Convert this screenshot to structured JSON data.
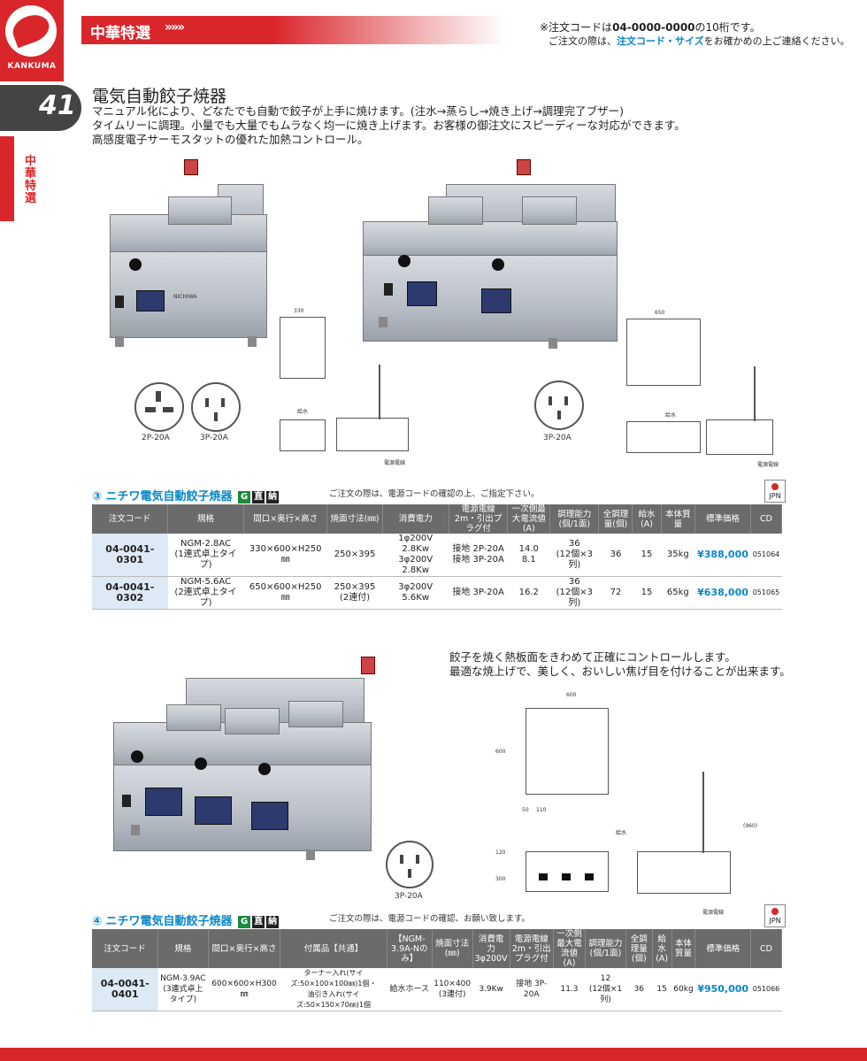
{
  "brand": {
    "logo_text": "KANKUMA"
  },
  "page": {
    "number": "41",
    "side_label": "中華特選"
  },
  "header": {
    "banner": "中華特選",
    "banner_arrows": "»»»",
    "note_line1_pre": "※注文コードは",
    "note_line1_code": "04-0000-0000",
    "note_line1_post": "の10桁です。",
    "note_line2_pre": "ご注文の際は、",
    "note_line2_hl": "注文コード・サイズ",
    "note_line2_post": "をお確かめの上ご連絡ください。"
  },
  "product": {
    "title": "電気自動餃子焼器",
    "desc": [
      "マニュアル化により、どなたでも自動で餃子が上手に焼けます。(注水→蒸らし→焼き上げ→調理完了ブザー)",
      "タイムリーに調理。小量でも大量でもムラなく均一に焼き上げます。お客様の御注文にスピーディーな対応ができます。",
      "高感度電子サーモスタットの優れた加熱コントロール。"
    ]
  },
  "figures": {
    "plug_2p": "2P-20A",
    "plug_3p": "3P-20A",
    "plug_3p_b": "3P-20A",
    "plug_3p_c": "3P-20A",
    "dim_a_w": "330",
    "dim_b_w": "650",
    "dim_c_w": "600",
    "dim_c_h": "600",
    "dim_c_side": "(960)",
    "dim_c_base": "300",
    "dim_c_top": "120",
    "dim_c_inner": "110",
    "dim_c_off": "50",
    "dwg_water": "給水",
    "dwg_power": "電源電線",
    "dwg_water_b": "給水",
    "dwg_power_b": "電源電線",
    "dwg_water_c": "給水",
    "dwg_power_c": "電源電線",
    "nichiwa_logo": "NICHIWA"
  },
  "section3": {
    "title": "③ ニチワ電気自動餃子焼器",
    "badge_g": "G",
    "badge_choku": "直",
    "badge_nou": "納",
    "note": "ご注文の際は、電源コードの確認の上、ご指定下さい。",
    "jpn": "JPN",
    "headers": [
      "注文コード",
      "規格",
      "間口×奥行×高さ",
      "焼面寸法(㎜)",
      "消費電力",
      "電源電線 2m・引出プラグ付",
      "一次側最大電流値(A)",
      "調理能力(個/1面)",
      "全調理量(個)",
      "給水(A)",
      "本体質量",
      "標準価格",
      "CD"
    ],
    "rows": [
      {
        "code": "04-0041-0301",
        "spec": [
          "NGM-2.8AC",
          "(1連式卓上タイプ)"
        ],
        "size": "330×600×H250㎜",
        "grill": [
          "250×395",
          ""
        ],
        "power": [
          "1φ200V 2.8Kw",
          "3φ200V 2.8Kw"
        ],
        "plug": [
          "接地 2P-20A",
          "接地 3P-20A"
        ],
        "amp": [
          "14.0",
          "8.1"
        ],
        "cap": [
          "36",
          "(12個×3列)"
        ],
        "total": "36",
        "water": "15",
        "mass": "35kg",
        "price": "¥388,000",
        "cd": "051064"
      },
      {
        "code": "04-0041-0302",
        "spec": [
          "NGM-5.6AC",
          "(2連式卓上タイプ)"
        ],
        "size": "650×600×H250㎜",
        "grill": [
          "250×395",
          "(2連付)"
        ],
        "power": [
          "3φ200V 5.6Kw",
          ""
        ],
        "plug": [
          "接地 3P-20A",
          ""
        ],
        "amp": [
          "16.2",
          ""
        ],
        "cap": [
          "36",
          "(12個×3列)"
        ],
        "total": "72",
        "water": "15",
        "mass": "65kg",
        "price": "¥638,000",
        "cd": "051065"
      }
    ]
  },
  "section4": {
    "desc": [
      "餃子を焼く熱板面をきわめて正確にコントロールします。",
      "最適な焼上げで、美しく、おいしい焦げ目を付けることが出来ます。"
    ],
    "title": "④ ニチワ電気自動餃子焼器",
    "badge_g": "G",
    "badge_choku": "直",
    "badge_nou": "納",
    "note": "ご注文の際は、電源コードの確認、お願い致します。",
    "jpn": "JPN",
    "headers": [
      "注文コード",
      "規格",
      "間口×奥行×高さ",
      "付属品【共通】",
      "【NGM-3.9A-Nのみ】",
      "焼面寸法(㎜)",
      "消費電力 3φ200V",
      "電源電線 2m・引出プラグ付",
      "一次側最大電流値(A)",
      "調理能力(個/1面)",
      "全調理量(個)",
      "給水(A)",
      "本体質量",
      "標準価格",
      "CD"
    ],
    "row": {
      "code": "04-0041-0401",
      "spec": [
        "NGM-3.9AC",
        "(3連式卓上タイプ)"
      ],
      "size": "600×600×H300㎜",
      "acc": [
        "ターナー入れ(サイズ:50×100×100㎜)1個・",
        "油引き入れ(サイズ:50×150×70㎜)1個"
      ],
      "only": "給水ホース",
      "grill": [
        "110×400",
        "(3連付)"
      ],
      "power": "3.9Kw",
      "plug": "接地 3P-20A",
      "amp": "11.3",
      "cap": [
        "12",
        "(12個×1列)"
      ],
      "total": "36",
      "water": "15",
      "mass": "60kg",
      "price": "¥950,000",
      "cd": "051066"
    }
  }
}
